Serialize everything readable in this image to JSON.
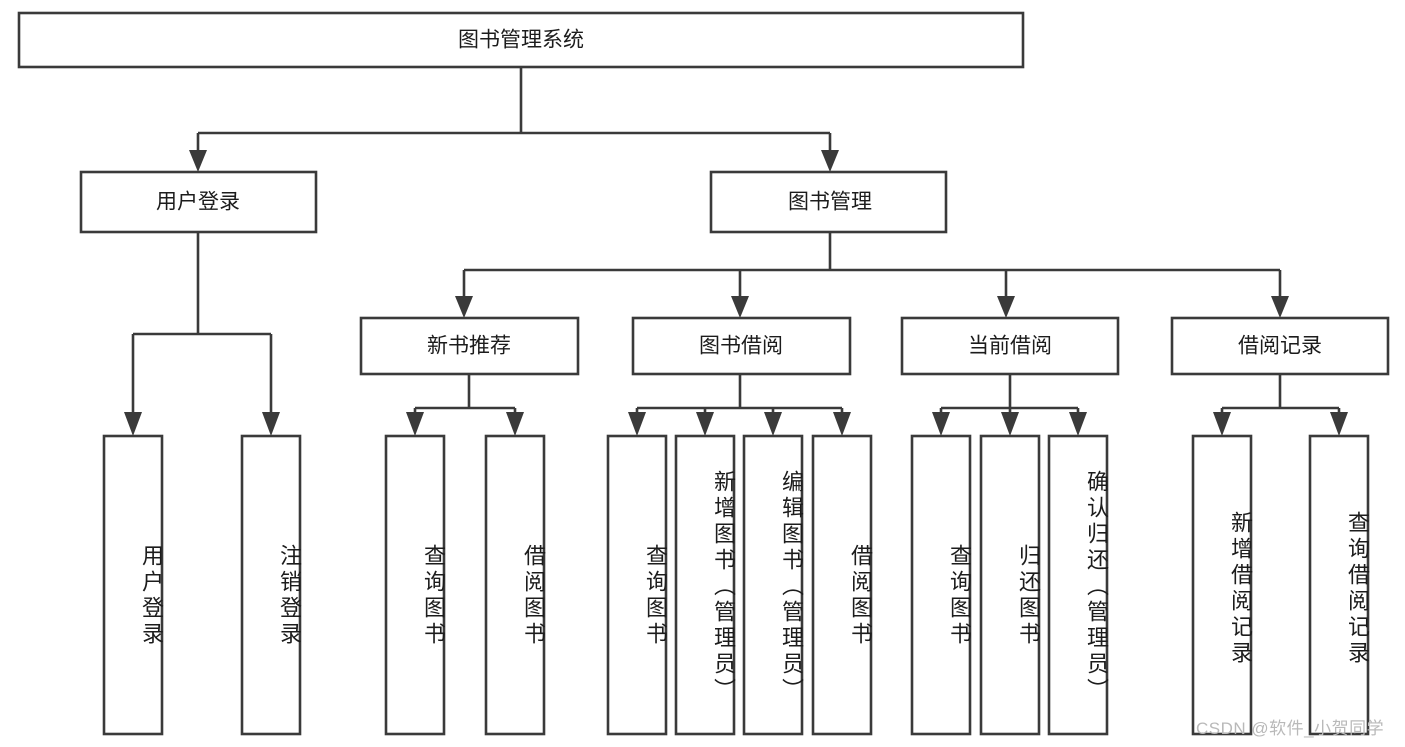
{
  "diagram": {
    "title": "图书管理系统",
    "watermark": "CSDN @软件_小贺同学",
    "colors": {
      "stroke": "#3a3a3a",
      "fill": "#ffffff",
      "text": "#1c1c1c",
      "watermark": "#b9b9b9",
      "background": "#ffffff"
    },
    "root": {
      "label": "图书管理系统"
    },
    "level2": [
      {
        "label": "用户登录"
      },
      {
        "label": "图书管理"
      }
    ],
    "level3": [
      {
        "label": "新书推荐"
      },
      {
        "label": "图书借阅"
      },
      {
        "label": "当前借阅"
      },
      {
        "label": "借阅记录"
      }
    ],
    "leaves": {
      "user_login": [
        {
          "label": "用户登录"
        },
        {
          "label": "注销登录"
        }
      ],
      "new_book_recommend": [
        {
          "label": "查询图书"
        },
        {
          "label": "借阅图书"
        }
      ],
      "book_borrow": [
        {
          "label": "查询图书"
        },
        {
          "label": "新增图书（管理员）"
        },
        {
          "label": "编辑图书（管理员）"
        },
        {
          "label": "借阅图书"
        }
      ],
      "current_borrow": [
        {
          "label": "查询图书"
        },
        {
          "label": "归还图书"
        },
        {
          "label": "确认归还（管理员）"
        }
      ],
      "borrow_record": [
        {
          "label": "新增借阅记录"
        },
        {
          "label": "查询借阅记录"
        }
      ]
    }
  }
}
